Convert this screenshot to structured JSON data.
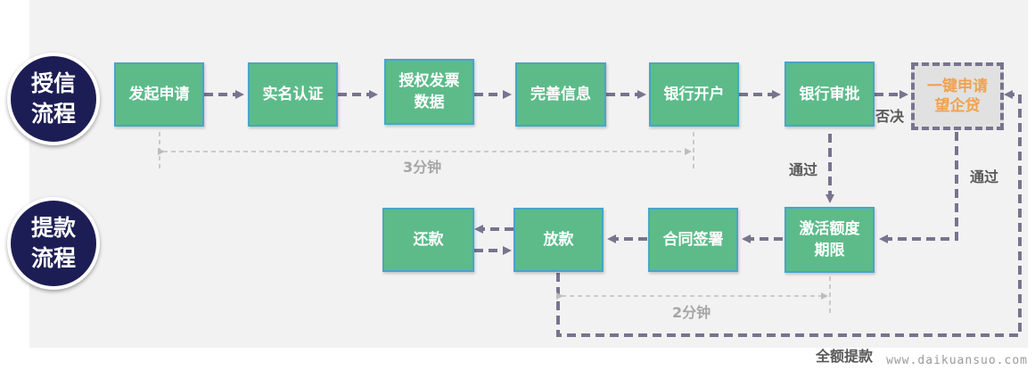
{
  "sections": {
    "credit": "授信流程",
    "withdraw": "提款流程"
  },
  "steps": {
    "initiate": "发起申请",
    "realname": "实名认证",
    "invoice_auth": "授权发票数据",
    "complete_info": "完善信息",
    "bank_account": "银行开户",
    "bank_approval": "银行审批",
    "one_click": "一键申请望企贷",
    "activate": "激活额度期限",
    "contract": "合同签署",
    "disburse": "放款",
    "repay": "还款"
  },
  "labels": {
    "reject": "否决",
    "pass1": "通过",
    "pass2": "通过",
    "time1": "3分钟",
    "time2": "2分钟",
    "full_withdraw": "全额提款"
  },
  "watermark": "www.daikuansuo.com",
  "colors": {
    "box_fill": "#5dbb8a",
    "box_border": "#46a6c8",
    "arrow": "#77748f",
    "circle": "#1d1d55",
    "highlight_text": "#f0a24f"
  }
}
